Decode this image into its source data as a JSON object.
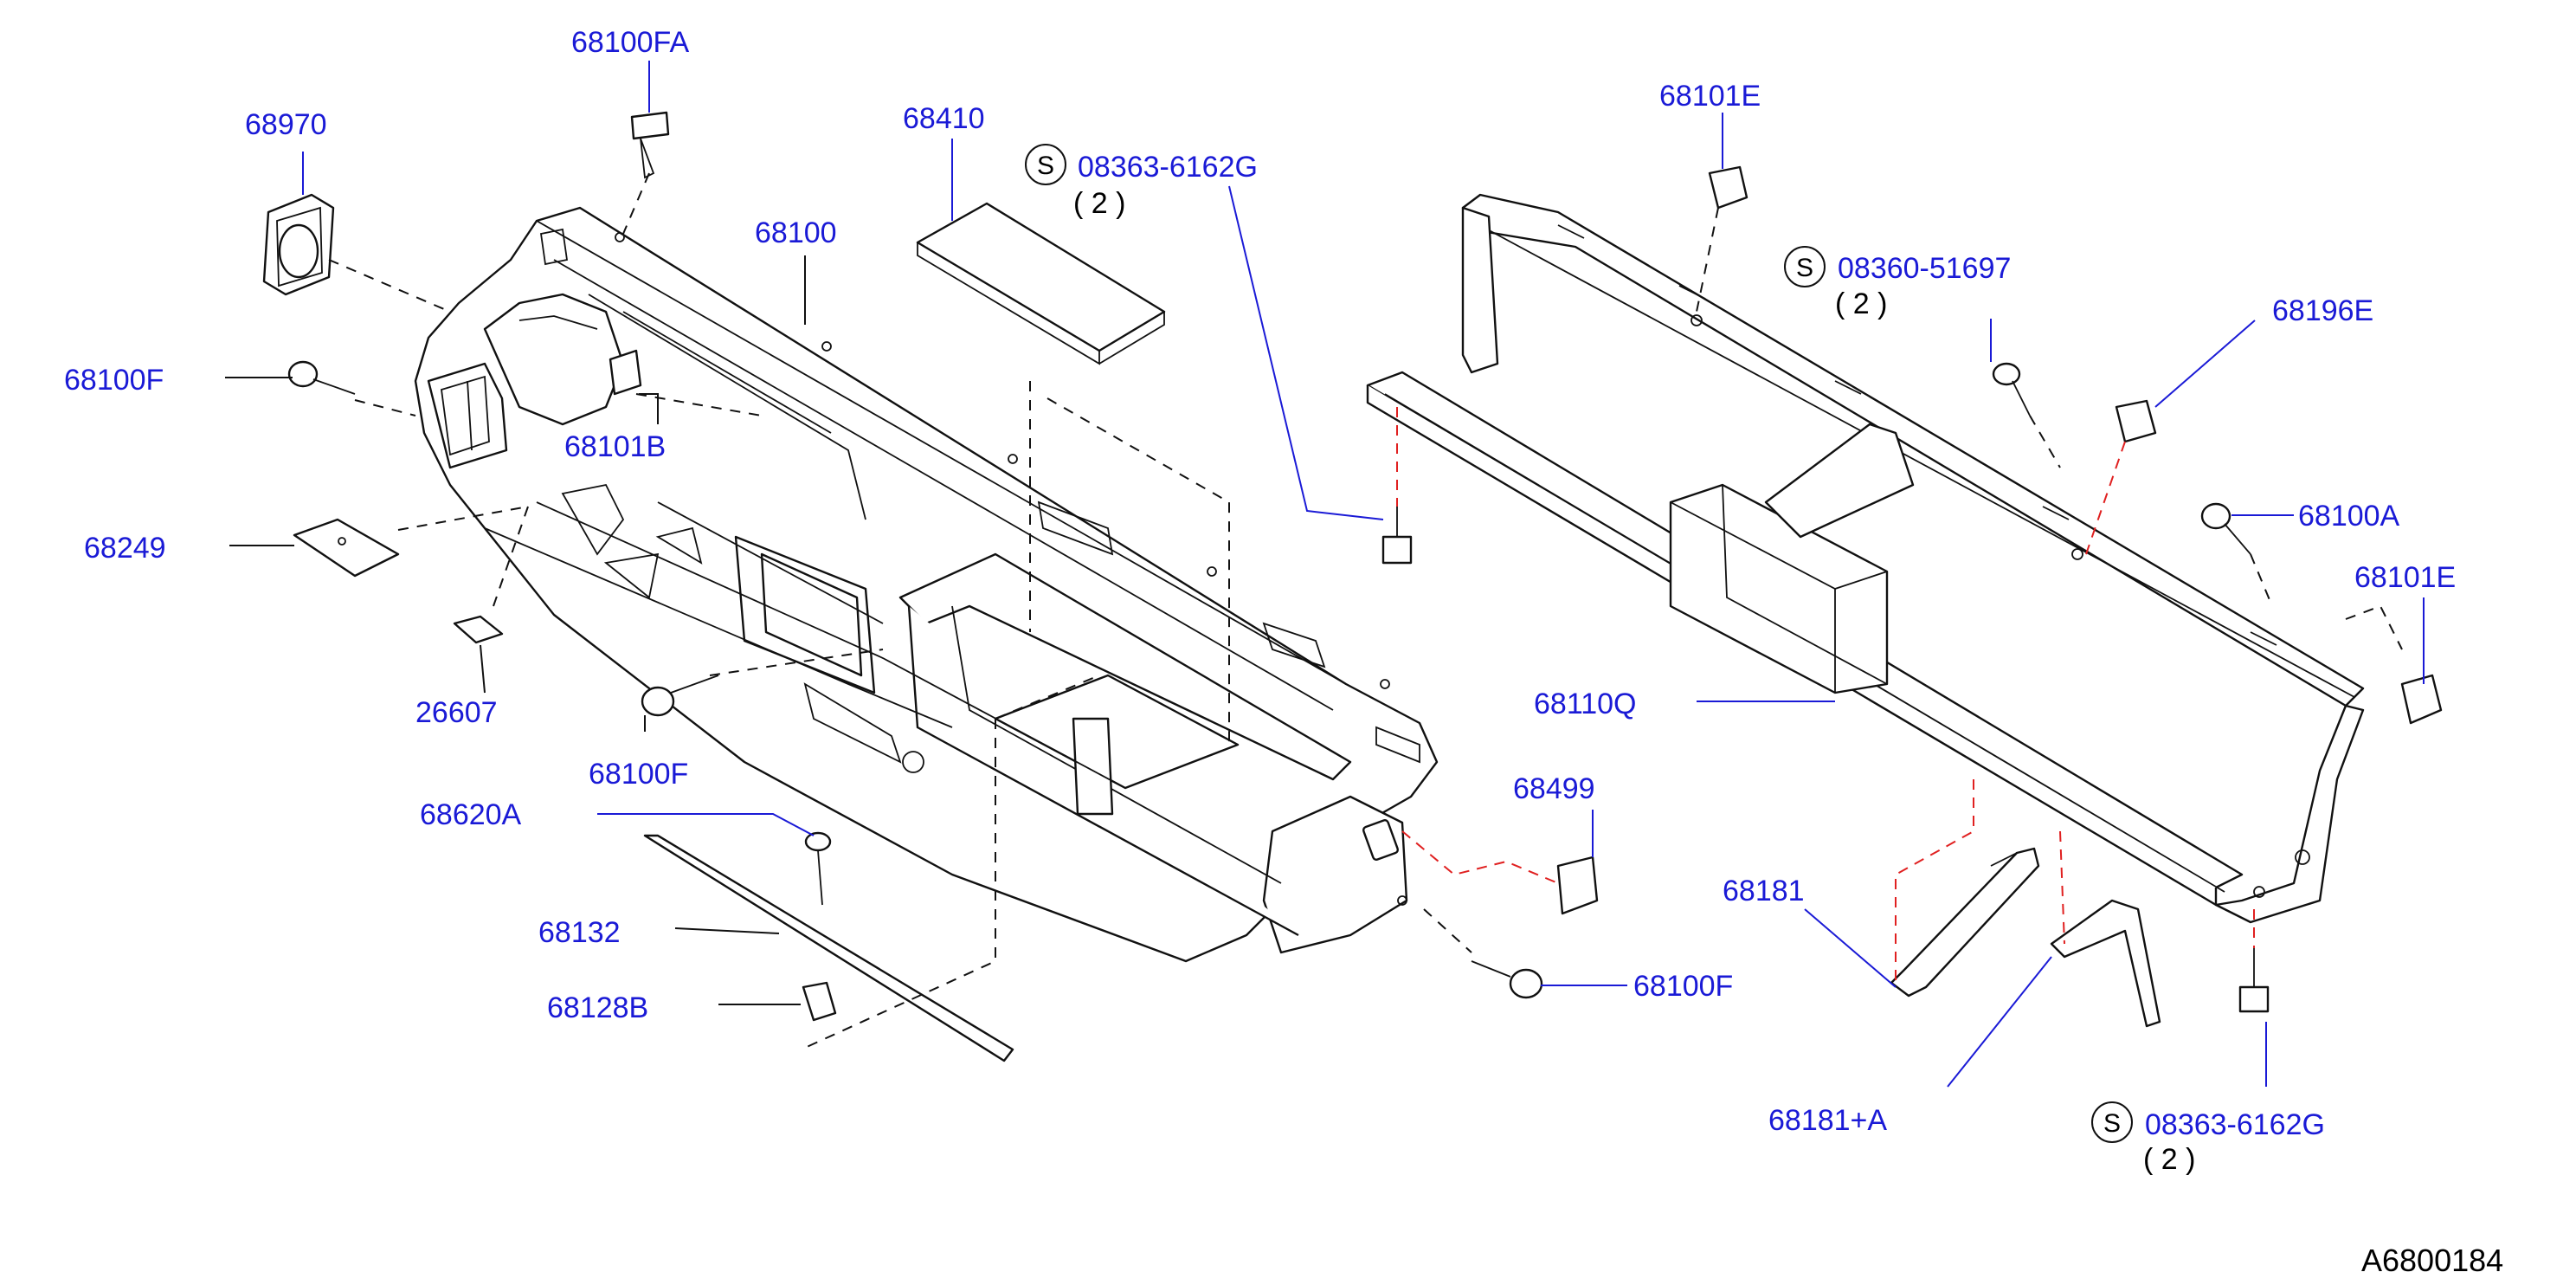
{
  "diagram": {
    "reference_code": "A6800184",
    "colors": {
      "label": "#1a1ad6",
      "line": "#111111",
      "red_dash": "#e02020"
    },
    "labels": {
      "p68100FA": "68100FA",
      "p68970": "68970",
      "p68410": "68410",
      "p08363_top": "08363-6162G",
      "p08363_top_qty": "( 2 )",
      "p68100": "68100",
      "p68100F_left": "68100F",
      "p68101B": "68101B",
      "p68249": "68249",
      "p26607": "26607",
      "p68100F_mid": "68100F",
      "p68620A": "68620A",
      "p68132": "68132",
      "p68128B": "68128B",
      "p68100F_right": "68100F",
      "p68499": "68499",
      "p68101E_top": "68101E",
      "p08360": "08360-51697",
      "p08360_qty": "( 2 )",
      "p68196E": "68196E",
      "p68100A": "68100A",
      "p68101E_right": "68101E",
      "p68110Q": "68110Q",
      "p68181": "68181",
      "p68181A": "68181+A",
      "p08363_bottom": "08363-6162G",
      "p08363_bottom_qty": "( 2 )",
      "s_symbol": "S"
    }
  }
}
